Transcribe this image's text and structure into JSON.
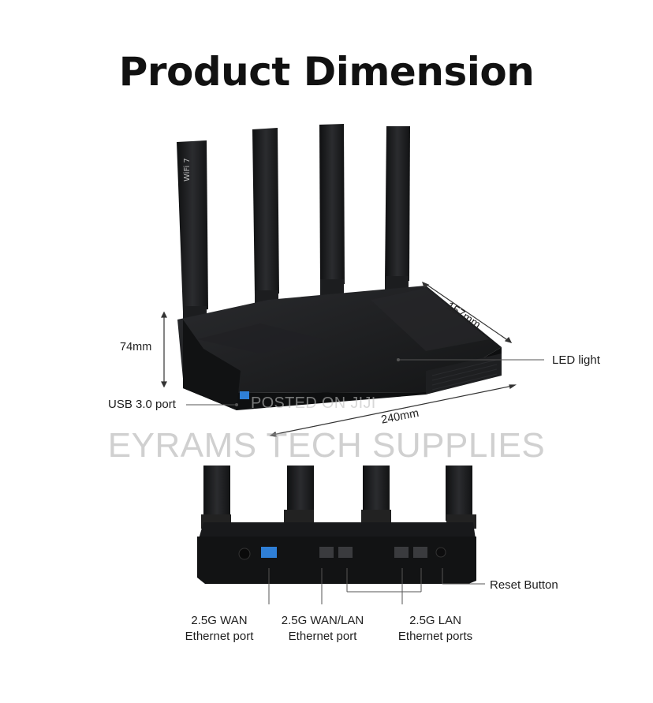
{
  "title": "Product Dimension",
  "dimensions": {
    "height": "74mm",
    "depth": "157mm",
    "width": "240mm"
  },
  "callouts": {
    "usb": "USB 3.0 port",
    "led": "LED light",
    "reset": "Reset Button",
    "wan_line1": "2.5G WAN",
    "wan_line2": "Ethernet port",
    "wanlan_line1": "2.5G WAN/LAN",
    "wanlan_line2": "Ethernet port",
    "lan_line1": "2.5G LAN",
    "lan_line2": "Ethernet ports"
  },
  "watermarks": {
    "brand": "EYRAMS TECH SUPPLIES",
    "posted": "POSTED ON JIJI"
  },
  "device_badge": "WiFi 7",
  "colors": {
    "device": "#1b1c1e",
    "accent_port": "#2f7fd6",
    "line": "#444444"
  }
}
